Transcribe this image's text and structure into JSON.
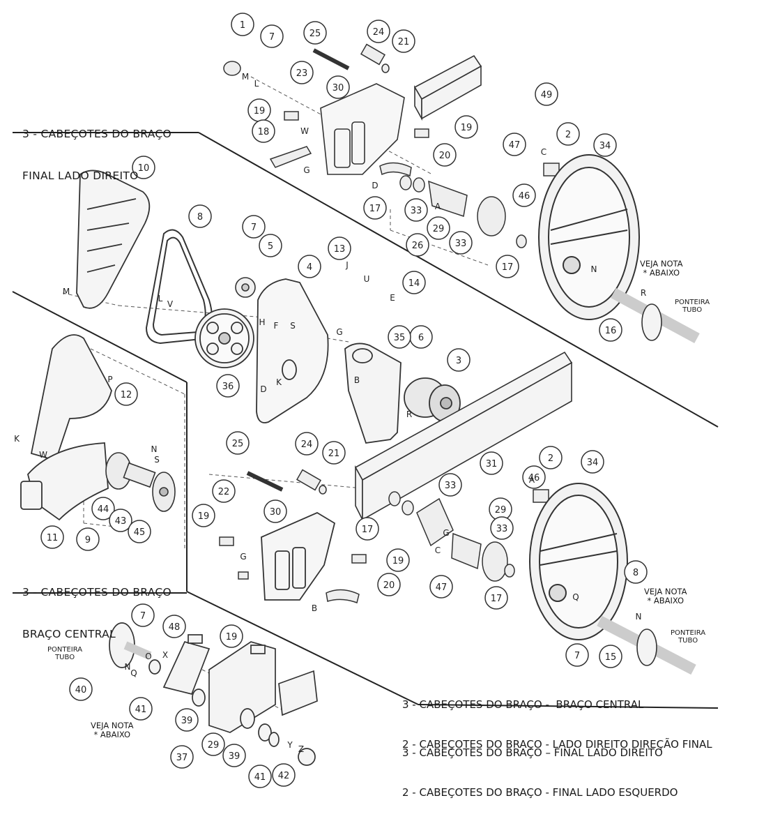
{
  "sections": {
    "right_final": [
      "3 - CABEÇOTES DO BRAÇO",
      "FINAL LADO DIREITO"
    ],
    "central": [
      "3 - CABEÇOTES DO BRAÇO",
      "BRAÇO CENTRAL"
    ]
  },
  "bottom_notes": [
    "3 - CABEÇOTES DO BRAÇO -  BRAÇO CENTRAL",
    "2 - CABEÇOTES DO BRAÇO - LADO DIREITO DIREÇÃO FINAL",
    "3 - CABEÇOTES DO BRAÇO – FINAL LADO DIREITO",
    "2 - CABEÇOTES DO BRAÇO - FINAL LADO ESQUERDO"
  ],
  "veja_nota": [
    "VEJA NOTA",
    "* ABAIXO"
  ],
  "ponteira": [
    "PONTEIRA",
    "TUBO"
  ],
  "part_numbers": [
    "1",
    "7",
    "25",
    "24",
    "21",
    "23",
    "30",
    "19",
    "18",
    "19",
    "20",
    "17",
    "33",
    "29",
    "26",
    "33",
    "47",
    "46",
    "17",
    "49",
    "2",
    "34",
    "16",
    "10",
    "8",
    "7",
    "5",
    "4",
    "13",
    "14",
    "6",
    "35",
    "3",
    "36",
    "12",
    "11",
    "9",
    "44",
    "43",
    "45",
    "25",
    "24",
    "21",
    "22",
    "30",
    "19",
    "19",
    "20",
    "17",
    "33",
    "31",
    "29",
    "33",
    "46",
    "2",
    "34",
    "47",
    "17",
    "8",
    "15",
    "7",
    "7",
    "48",
    "19",
    "40",
    "41",
    "39",
    "37",
    "29",
    "39",
    "41",
    "42"
  ],
  "letters": [
    "M",
    "L",
    "W",
    "G",
    "D",
    "C",
    "A",
    "N",
    "R",
    "M",
    "L",
    "V",
    "J",
    "U",
    "E",
    "H",
    "S",
    "F",
    "K",
    "D",
    "G",
    "B",
    "R",
    "P",
    "N",
    "S",
    "K",
    "W",
    "G",
    "B",
    "G",
    "C",
    "A",
    "Q",
    "N",
    "O",
    "Q",
    "N",
    "X",
    "Y",
    "Z"
  ]
}
